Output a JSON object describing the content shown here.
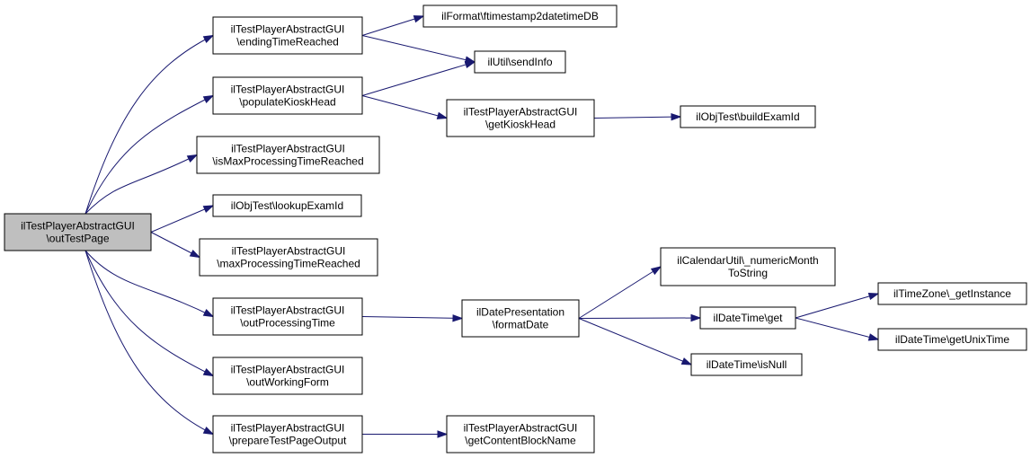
{
  "diagram": {
    "edge_color": "#191970",
    "root_fill": "#bfbfbf",
    "node_fill": "#ffffff",
    "nodes": [
      {
        "id": "n0",
        "lines": [
          "ilTestPlayerAbstractGUI",
          "\\outTestPage"
        ],
        "root": true
      },
      {
        "id": "n1",
        "lines": [
          "ilTestPlayerAbstractGUI",
          "\\endingTimeReached"
        ]
      },
      {
        "id": "n2",
        "lines": [
          "ilTestPlayerAbstractGUI",
          "\\populateKioskHead"
        ]
      },
      {
        "id": "n3",
        "lines": [
          "ilTestPlayerAbstractGUI",
          "\\isMaxProcessingTimeReached"
        ]
      },
      {
        "id": "n4",
        "lines": [
          "ilObjTest\\lookupExamId"
        ]
      },
      {
        "id": "n5",
        "lines": [
          "ilTestPlayerAbstractGUI",
          "\\maxProcessingTimeReached"
        ]
      },
      {
        "id": "n6",
        "lines": [
          "ilTestPlayerAbstractGUI",
          "\\outProcessingTime"
        ]
      },
      {
        "id": "n7",
        "lines": [
          "ilTestPlayerAbstractGUI",
          "\\outWorkingForm"
        ]
      },
      {
        "id": "n8",
        "lines": [
          "ilTestPlayerAbstractGUI",
          "\\prepareTestPageOutput"
        ]
      },
      {
        "id": "n9",
        "lines": [
          "ilFormat\\ftimestamp2datetimeDB"
        ]
      },
      {
        "id": "n10",
        "lines": [
          "ilUtil\\sendInfo"
        ]
      },
      {
        "id": "n11",
        "lines": [
          "ilTestPlayerAbstractGUI",
          "\\getKioskHead"
        ]
      },
      {
        "id": "n12",
        "lines": [
          "ilObjTest\\buildExamId"
        ]
      },
      {
        "id": "n13",
        "lines": [
          "ilDatePresentation",
          "\\formatDate"
        ]
      },
      {
        "id": "n14",
        "lines": [
          "ilTestPlayerAbstractGUI",
          "\\getContentBlockName"
        ]
      },
      {
        "id": "n15",
        "lines": [
          "ilCalendarUtil\\_numericMonth",
          "ToString"
        ]
      },
      {
        "id": "n16",
        "lines": [
          "ilDateTime\\get"
        ]
      },
      {
        "id": "n17",
        "lines": [
          "ilDateTime\\isNull"
        ]
      },
      {
        "id": "n18",
        "lines": [
          "ilTimeZone\\_getInstance"
        ]
      },
      {
        "id": "n19",
        "lines": [
          "ilDateTime\\getUnixTime"
        ]
      }
    ],
    "edges": [
      [
        "n0",
        "n1"
      ],
      [
        "n0",
        "n2"
      ],
      [
        "n0",
        "n3"
      ],
      [
        "n0",
        "n4"
      ],
      [
        "n0",
        "n5"
      ],
      [
        "n0",
        "n6"
      ],
      [
        "n0",
        "n7"
      ],
      [
        "n0",
        "n8"
      ],
      [
        "n1",
        "n9"
      ],
      [
        "n1",
        "n10"
      ],
      [
        "n2",
        "n10"
      ],
      [
        "n2",
        "n11"
      ],
      [
        "n11",
        "n12"
      ],
      [
        "n6",
        "n13"
      ],
      [
        "n13",
        "n15"
      ],
      [
        "n13",
        "n16"
      ],
      [
        "n13",
        "n17"
      ],
      [
        "n16",
        "n18"
      ],
      [
        "n16",
        "n19"
      ],
      [
        "n8",
        "n14"
      ]
    ]
  }
}
